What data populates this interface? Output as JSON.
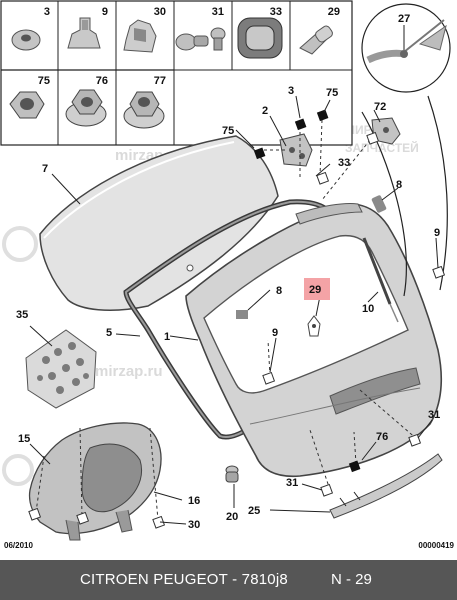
{
  "watermark": {
    "site": "mirzap.ru",
    "brand_line1": "МИР",
    "brand_line2": "ЗАПЧАСТЕЙ"
  },
  "parts_table": [
    {
      "num": "3",
      "icon": "flat-washer-icon"
    },
    {
      "num": "9",
      "icon": "push-clip-icon"
    },
    {
      "num": "30",
      "icon": "bracket-clip-icon"
    },
    {
      "num": "31",
      "icon": "plug-rivet-icon"
    },
    {
      "num": "33",
      "icon": "grommet-icon"
    },
    {
      "num": "29",
      "icon": "rubber-buffer-icon"
    },
    {
      "num": "75",
      "icon": "hex-nut-icon"
    },
    {
      "num": "76",
      "icon": "flange-nut-icon"
    },
    {
      "num": "77",
      "icon": "cap-nut-icon"
    }
  ],
  "callouts": {
    "n2": "2",
    "n3": "3",
    "n75": "75",
    "n75b": "75",
    "n72": "72",
    "n33": "33",
    "n8a": "8",
    "n8b": "8",
    "n7": "7",
    "n9a": "9",
    "n9b": "9",
    "n10": "10",
    "n29": "29",
    "n35": "35",
    "n5": "5",
    "n1": "1",
    "n15": "15",
    "n16": "16",
    "n30": "30",
    "n20": "20",
    "n25": "25",
    "n31a": "31",
    "n31b": "31",
    "n76": "76",
    "n27": "27"
  },
  "date_code": "06/2010",
  "doc_number": "00000419",
  "footer": {
    "title": "CITROEN PEUGEOT - 7810j8",
    "position": "N - 29"
  },
  "highlight_color": "#f4a3a6"
}
